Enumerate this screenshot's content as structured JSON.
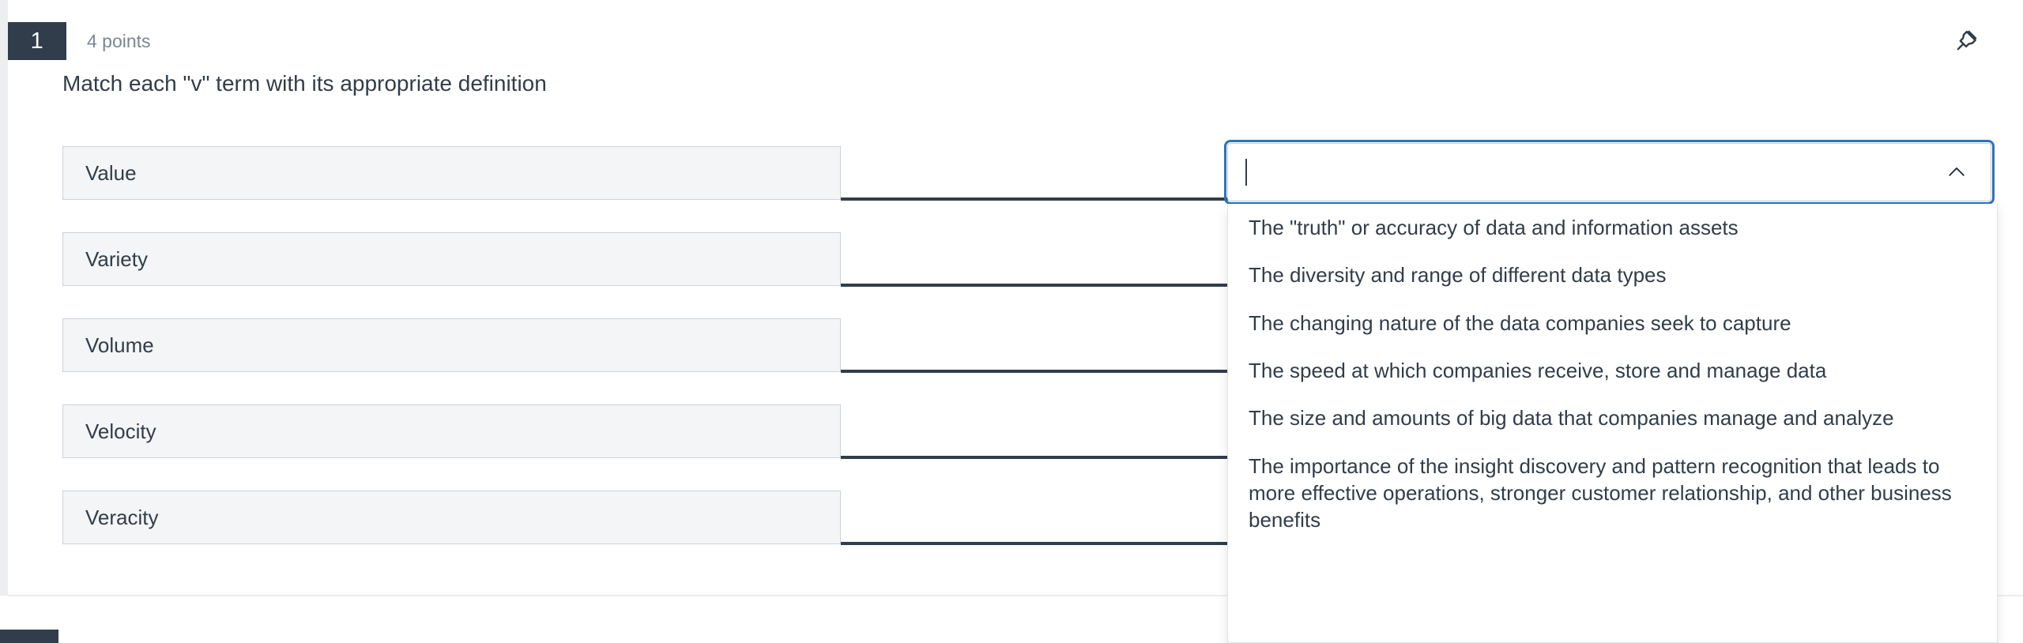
{
  "question": {
    "number": "1",
    "points": "4 points",
    "prompt": "Match each \"v\" term with its appropriate definition",
    "pin_icon": "pushpin-icon"
  },
  "terms": [
    {
      "label": "Value"
    },
    {
      "label": "Variety"
    },
    {
      "label": "Volume"
    },
    {
      "label": "Velocity"
    },
    {
      "label": "Veracity"
    }
  ],
  "combobox": {
    "value": "",
    "placeholder": "",
    "expanded": true,
    "toggle_icon": "chevron-up-icon"
  },
  "options": [
    {
      "label": "The \"truth\" or accuracy of data and information assets"
    },
    {
      "label": "The diversity and range of different data types"
    },
    {
      "label": "The changing nature of the data companies seek to capture"
    },
    {
      "label": "The speed at which companies receive, store and manage data"
    },
    {
      "label": "The size and amounts of big data that companies manage and analyze"
    },
    {
      "label": "The importance of the insight discovery and pattern recognition that leads to more effective operations, stronger customer relationship, and other business benefits"
    }
  ],
  "colors": {
    "badge_dark": "#313d4a",
    "text_primary": "#313d4a",
    "text_muted": "#7b8794",
    "term_fill": "#f4f5f6",
    "term_border": "#ccd3d9",
    "focus_ring": "#2b73c0",
    "connector": "#313d4a"
  }
}
